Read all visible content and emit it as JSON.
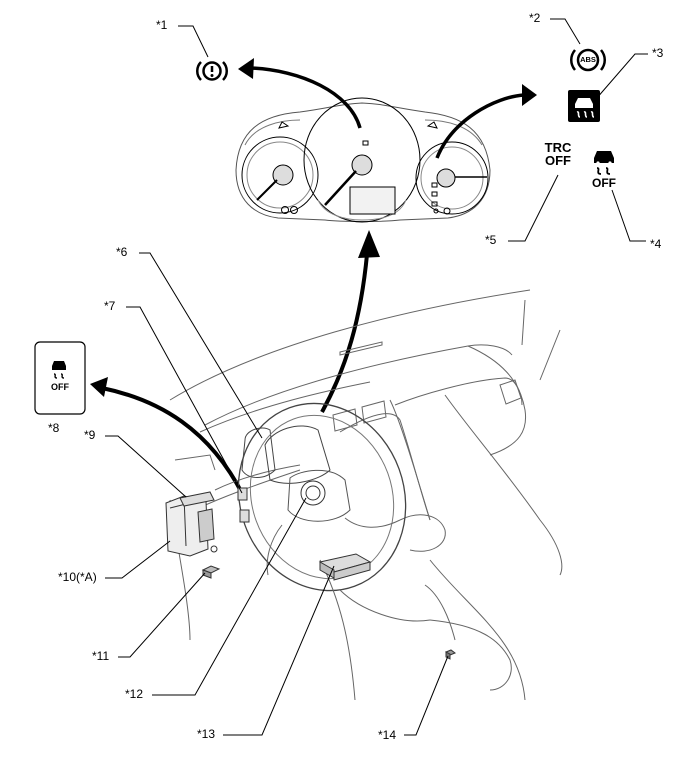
{
  "callouts": {
    "c1": "*1",
    "c2": "*2",
    "c3": "*3",
    "c4": "*4",
    "c5": "*5",
    "c6": "*6",
    "c7": "*7",
    "c8": "*8",
    "c9": "*9",
    "c10": "*10(*A)",
    "c11": "*11",
    "c12": "*12",
    "c13": "*13",
    "c14": "*14"
  },
  "icons": {
    "abs": "ABS",
    "trc_line1": "TRC",
    "trc_line2": "OFF",
    "vsc_off": "OFF",
    "switch_off": "OFF",
    "brake_warning": "(!)"
  },
  "colors": {
    "line": "#000000",
    "stroke_gray": "#555555",
    "fill_gray": "#d9d9d9",
    "fill_light": "#eeeeee"
  }
}
